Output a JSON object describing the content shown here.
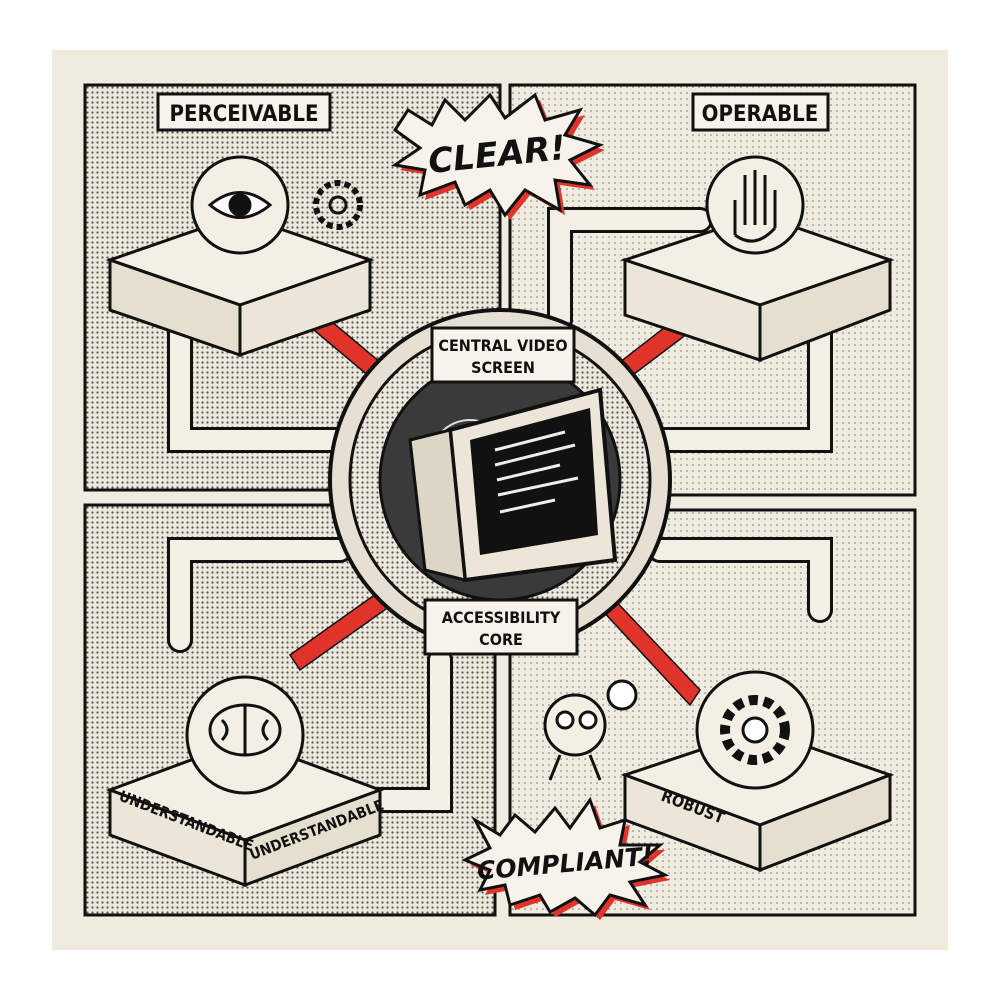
{
  "panels": {
    "perceivable": {
      "label": "PERCEIVABLE",
      "icon": "eye-icon"
    },
    "operable": {
      "label": "OPERABLE",
      "icon": "hand-icon"
    },
    "understandable": {
      "label_left": "UNDERSTANDABLE",
      "label_right": "UNDERSTANDABLE",
      "icon": "brain-icon"
    },
    "robust": {
      "label": "ROBUST",
      "icon": "gear-icon"
    }
  },
  "center": {
    "screen_label_line1": "CENTRAL VIDEO",
    "screen_label_line2": "SCREEN",
    "core_label_line1": "ACCESSIBILITY",
    "core_label_line2": "CORE"
  },
  "bursts": {
    "top": "CLEAR!",
    "bottom": "COMPLIANT!"
  },
  "colors": {
    "paper": "#f0ebdf",
    "ink": "#111111",
    "laser": "#e0342a"
  }
}
